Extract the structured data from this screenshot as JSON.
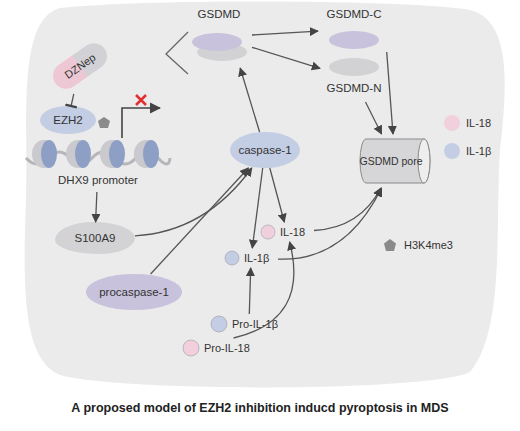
{
  "diagram": {
    "caption": "A proposed model of EZH2 inhibition inducd pyroptosis in MDS",
    "nodes": [
      {
        "text": [
          "DZNep"
        ]
      },
      {
        "text": [
          "EZH2"
        ]
      },
      {
        "text": [
          "DHX9 promoter"
        ]
      },
      {
        "text": [
          "GSDMD"
        ]
      },
      {
        "text": [
          "GSDMD-C"
        ]
      },
      {
        "text": [
          "GSDMD-N"
        ]
      },
      {
        "text": [
          "GSDMD pore"
        ]
      },
      {
        "text": [
          "caspase-1"
        ]
      },
      {
        "text": [
          "S100A9"
        ]
      },
      {
        "text": [
          "procaspase-1"
        ]
      },
      {
        "text": [
          "IL-18"
        ]
      },
      {
        "text": [
          "IL-1β"
        ]
      },
      {
        "text": [
          "Pro-IL-1β"
        ]
      },
      {
        "text": [
          "Pro-IL-18"
        ]
      }
    ],
    "edges": [
      {
        "from": 0,
        "to": 1,
        "arrow": "to"
      },
      {
        "from": 2,
        "to": 8,
        "arrow": "to"
      },
      {
        "from": 8,
        "to": 7,
        "arrow": "to"
      },
      {
        "from": 9,
        "to": 7,
        "arrow": "to"
      },
      {
        "from": 7,
        "to": 3,
        "arrow": "to"
      },
      {
        "from": 3,
        "to": 4,
        "arrow": "to"
      },
      {
        "from": 3,
        "to": 5,
        "arrow": "to"
      },
      {
        "from": 4,
        "to": 6,
        "arrow": "to"
      },
      {
        "from": 5,
        "to": 6,
        "arrow": "to"
      },
      {
        "from": 7,
        "to": 10,
        "arrow": "to"
      },
      {
        "from": 7,
        "to": 11,
        "arrow": "to"
      },
      {
        "from": 12,
        "to": 11,
        "arrow": "to"
      },
      {
        "from": 13,
        "to": 10,
        "arrow": "to"
      },
      {
        "from": 10,
        "to": 6,
        "arrow": "to"
      },
      {
        "from": 11,
        "to": 6,
        "arrow": "to"
      }
    ],
    "legend": [
      {
        "text": "IL-18",
        "color": "#f2cfdc"
      },
      {
        "text": "IL-1β",
        "color": "#c3cde3"
      },
      {
        "text": "H3K4me3"
      }
    ]
  }
}
